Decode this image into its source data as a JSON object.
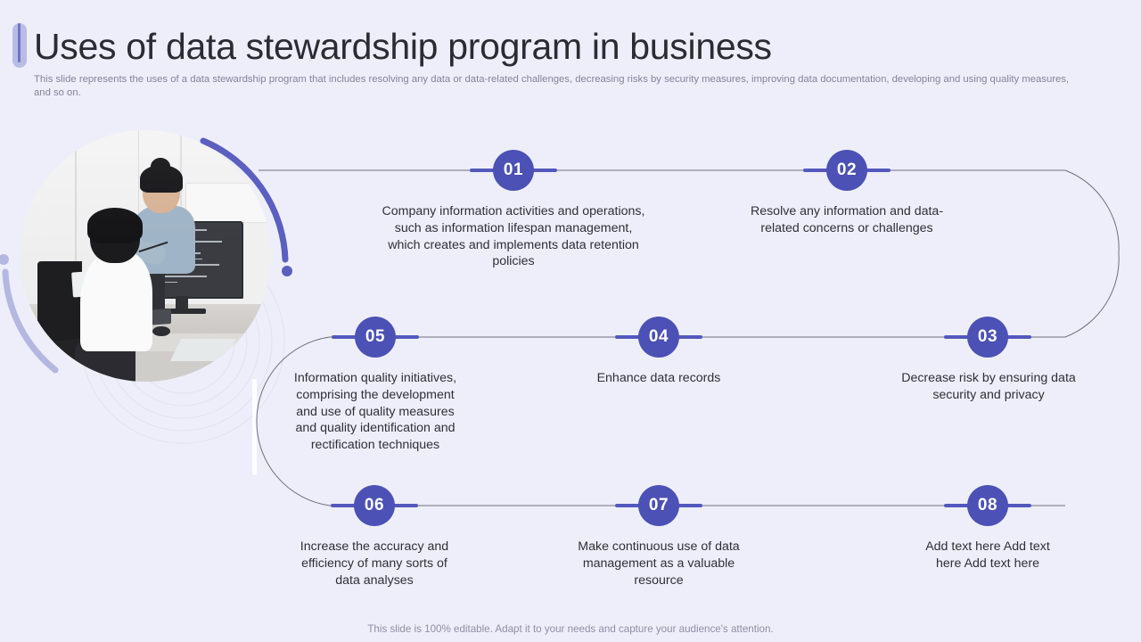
{
  "header": {
    "title": "Uses of data stewardship program in business",
    "subtitle": "This slide represents the uses of a data stewardship program that includes resolving any data or data-related challenges, decreasing risks by security measures, improving data documentation, developing and using quality measures, and so on."
  },
  "colors": {
    "background": "#eeeefa",
    "badge": "#4b51b5",
    "connector_blue": "#5258bd",
    "connector_line": "#6e6e80",
    "accent_light": "#b9bce4",
    "accent_mid": "#6f74c4",
    "title_text": "#2b2b33",
    "subtitle_text": "#83839a",
    "body_text": "#2f2f38"
  },
  "photo": {
    "alt": "Two colleagues reviewing code on a curved monitor at an office desk",
    "decor": {
      "arc_primary_color": "#5a5fc0",
      "arc_secondary_color": "#b4b7e0",
      "ring_color": "#e3e3f2"
    }
  },
  "timeline": {
    "nodes": [
      {
        "number": "01",
        "text": "Company information activities and operations, such as information lifespan management, which creates and implements data retention policies"
      },
      {
        "number": "02",
        "text": "Resolve any information and data-related concerns or challenges"
      },
      {
        "number": "03",
        "text": "Decrease risk by ensuring data security and privacy"
      },
      {
        "number": "04",
        "text": "Enhance data records"
      },
      {
        "number": "05",
        "text": "Information quality initiatives, comprising the development and use of quality measures and quality identification and rectification techniques"
      },
      {
        "number": "06",
        "text": "Increase the accuracy and efficiency of many sorts of data analyses"
      },
      {
        "number": "07",
        "text": "Make continuous use of data management as a valuable resource"
      },
      {
        "number": "08",
        "text": "Add text here Add text here Add text here"
      }
    ]
  },
  "footer": {
    "note": "This slide is 100% editable. Adapt it to your needs and capture your audience's attention."
  }
}
